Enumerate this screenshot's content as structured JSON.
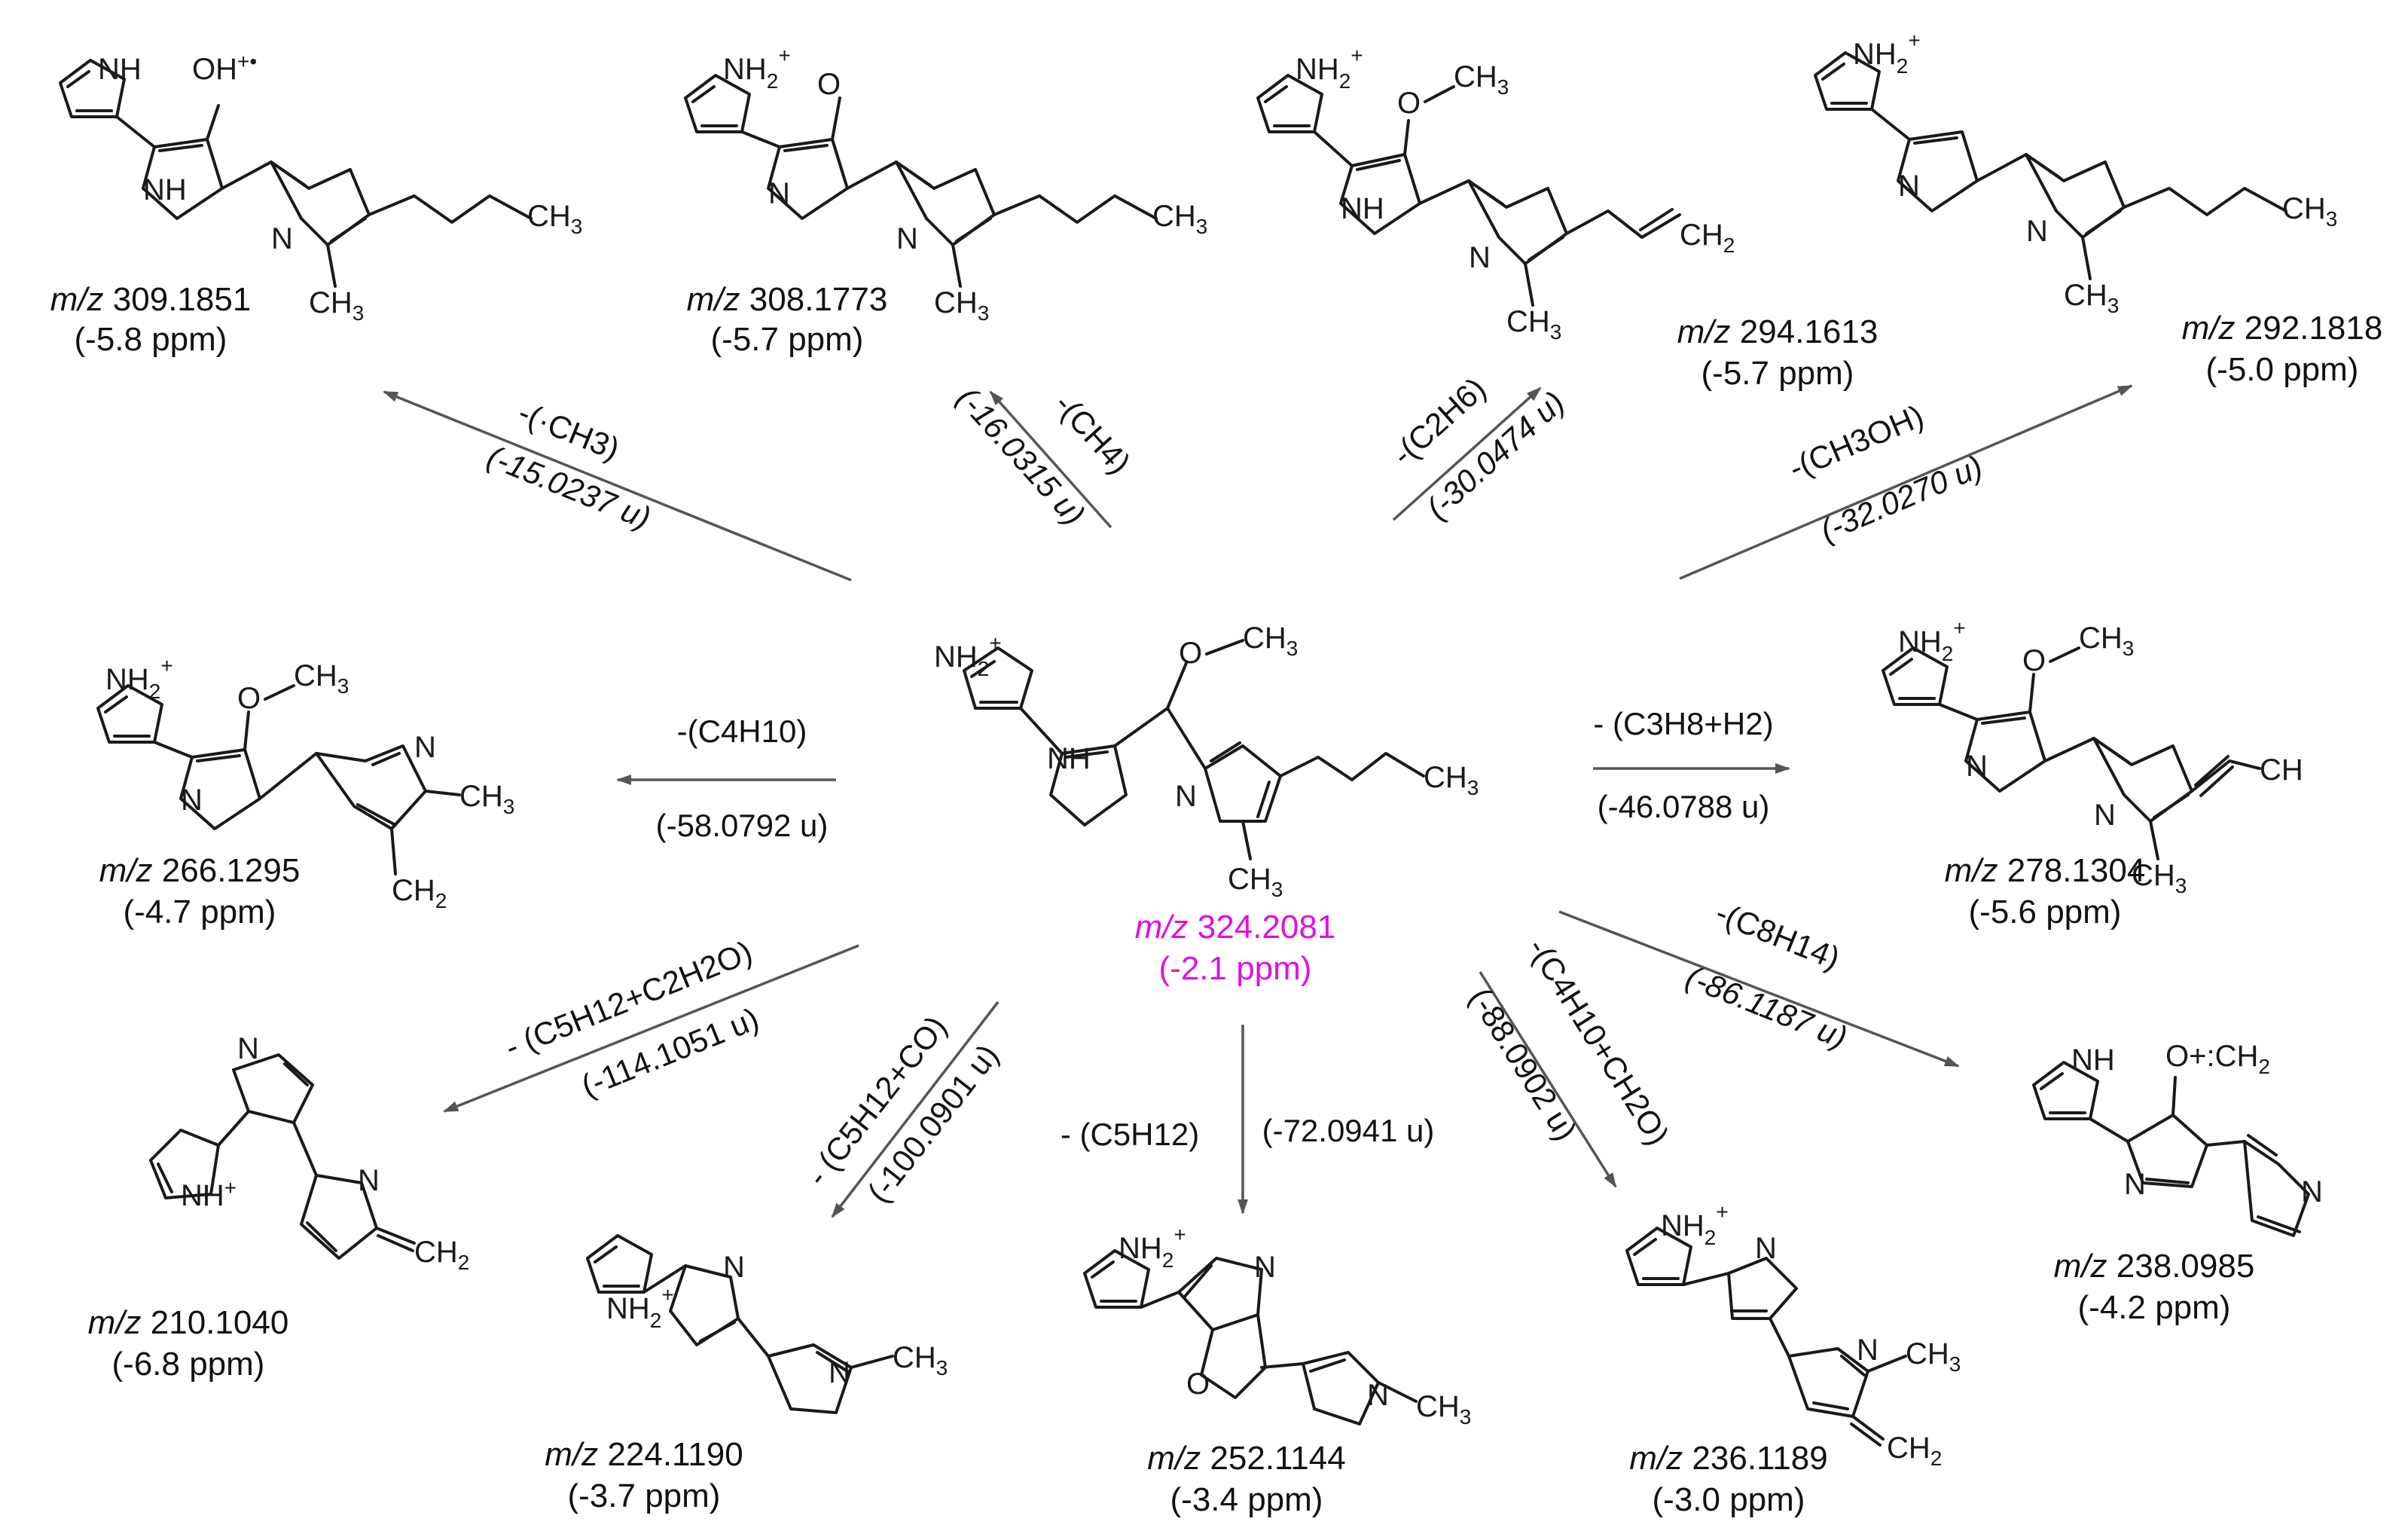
{
  "parent": {
    "mz_prefix": "m/z",
    "mz_value": "324.2081",
    "ppm": "(-2.1 ppm)",
    "color": "#e010e0"
  },
  "fragments": [
    {
      "id": "f309",
      "mz_prefix": "m/z",
      "mz_value": "309.1851",
      "ppm": "(-5.8 ppm)"
    },
    {
      "id": "f308",
      "mz_prefix": "m/z",
      "mz_value": "308.1773",
      "ppm": "(-5.7 ppm)"
    },
    {
      "id": "f294",
      "mz_prefix": "m/z",
      "mz_value": "294.1613",
      "ppm": "(-5.7 ppm)"
    },
    {
      "id": "f292",
      "mz_prefix": "m/z",
      "mz_value": "292.1818",
      "ppm": "(-5.0 ppm)"
    },
    {
      "id": "f266",
      "mz_prefix": "m/z",
      "mz_value": "266.1295",
      "ppm": "(-4.7 ppm)"
    },
    {
      "id": "f278",
      "mz_prefix": "m/z",
      "mz_value": "278.1304",
      "ppm": "(-5.6 ppm)"
    },
    {
      "id": "f210",
      "mz_prefix": "m/z",
      "mz_value": "210.1040",
      "ppm": "(-6.8 ppm)"
    },
    {
      "id": "f224",
      "mz_prefix": "m/z",
      "mz_value": "224.1190",
      "ppm": "(-3.7 ppm)"
    },
    {
      "id": "f252",
      "mz_prefix": "m/z",
      "mz_value": "252.1144",
      "ppm": "(-3.4 ppm)"
    },
    {
      "id": "f236",
      "mz_prefix": "m/z",
      "mz_value": "236.1189",
      "ppm": "(-3.0 ppm)"
    },
    {
      "id": "f238",
      "mz_prefix": "m/z",
      "mz_value": "238.0985",
      "ppm": "(-4.2 ppm)"
    }
  ],
  "losses": [
    {
      "id": "l309",
      "label": "-(·CH3)",
      "mass": "(-15.0237 u)"
    },
    {
      "id": "l308",
      "label": "-(CH4)",
      "mass": "(-16.0315 u)"
    },
    {
      "id": "l294",
      "label": "-(C2H6)",
      "mass": "(-30.0474 u)"
    },
    {
      "id": "l292",
      "label": "-(CH3OH)",
      "mass": "(-32.0270 u)"
    },
    {
      "id": "l266",
      "label": "-(C4H10)",
      "mass": "(-58.0792 u)"
    },
    {
      "id": "l278",
      "label": "- (C3H8+H2)",
      "mass": "(-46.0788 u)"
    },
    {
      "id": "l210",
      "label": "- (C5H12+C2H2O)",
      "mass": "(-114.1051 u)"
    },
    {
      "id": "l224",
      "label": "- (C5H12+CO)",
      "mass": "(-100.0901 u)"
    },
    {
      "id": "l252",
      "label": "- (C5H12)",
      "mass": "(-72.0941 u)"
    },
    {
      "id": "l236",
      "label": "-(C4H10+CH2O)",
      "mass": "(-88.0902 u)"
    },
    {
      "id": "l238",
      "label": "-(C8H14)",
      "mass": "(-86.1187 u)"
    }
  ],
  "atoms": {
    "nh": "NH",
    "nh2": "NH",
    "plus": "+",
    "two": "2",
    "n": "N",
    "o": "O",
    "ch3": "CH",
    "three": "3",
    "ch2": "CH",
    "oh_rad": "OH",
    "rad_plus": "+•",
    "ch": "CH",
    "nh_plus": "NH",
    "o_ch2": "O",
    "o_ch2_tail": "+:CH"
  }
}
